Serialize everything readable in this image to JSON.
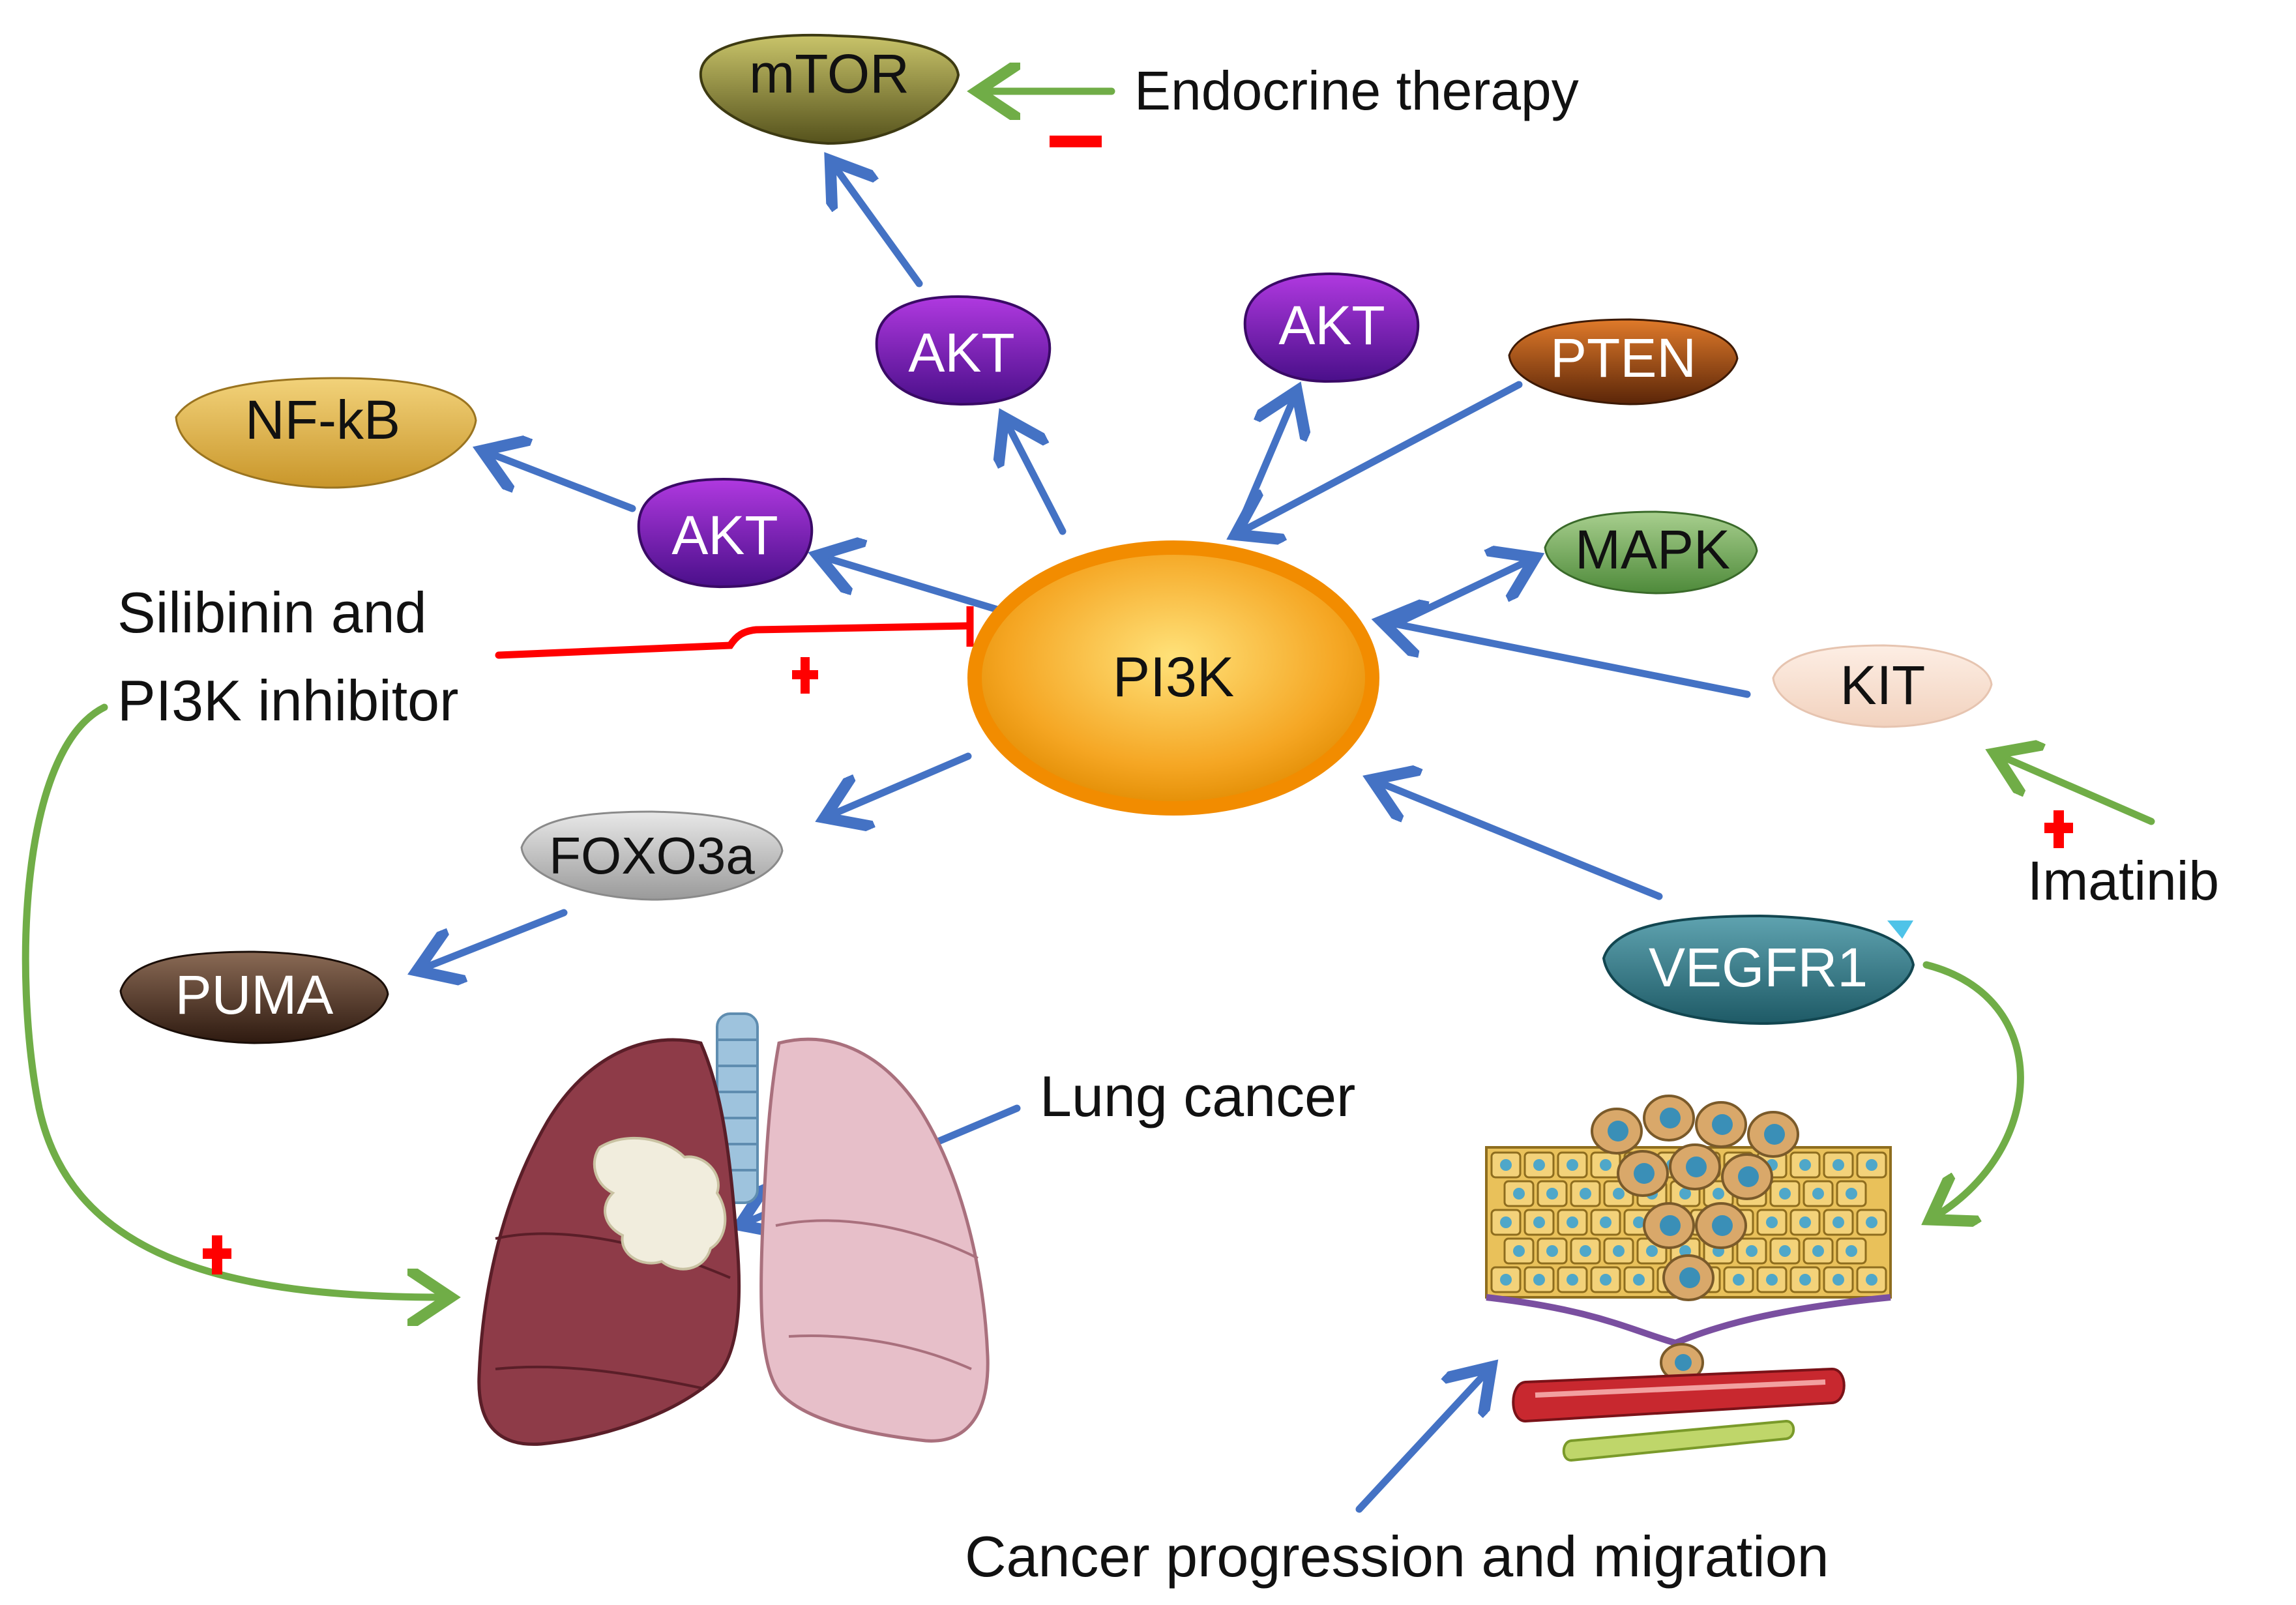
{
  "nodes": {
    "mtor": "mTOR",
    "nfkb": "NF-kB",
    "akt_left": "AKT",
    "akt_center": "AKT",
    "akt_right": "AKT",
    "pten": "PTEN",
    "mapk": "MAPK",
    "pi3k": "PI3K",
    "kit": "KIT",
    "foxo3a": "FOXO3a",
    "puma": "PUMA",
    "vegfr1": "VEGFR1"
  },
  "labels": {
    "endocrine_therapy": "Endocrine therapy",
    "silibinin_line1": "Silibinin and",
    "silibinin_line2": "PI3K inhibitor",
    "imatinib": "Imatinib",
    "lung_cancer": "Lung cancer",
    "cancer_progression": "Cancer progression and migration"
  },
  "colors": {
    "activation_arrow": "#4472C4",
    "drug_arrow": "#70AD47",
    "inhibition": "#FF0000",
    "pi3k_fill": "#F5A623",
    "akt_fill": "#7B1FA2"
  }
}
